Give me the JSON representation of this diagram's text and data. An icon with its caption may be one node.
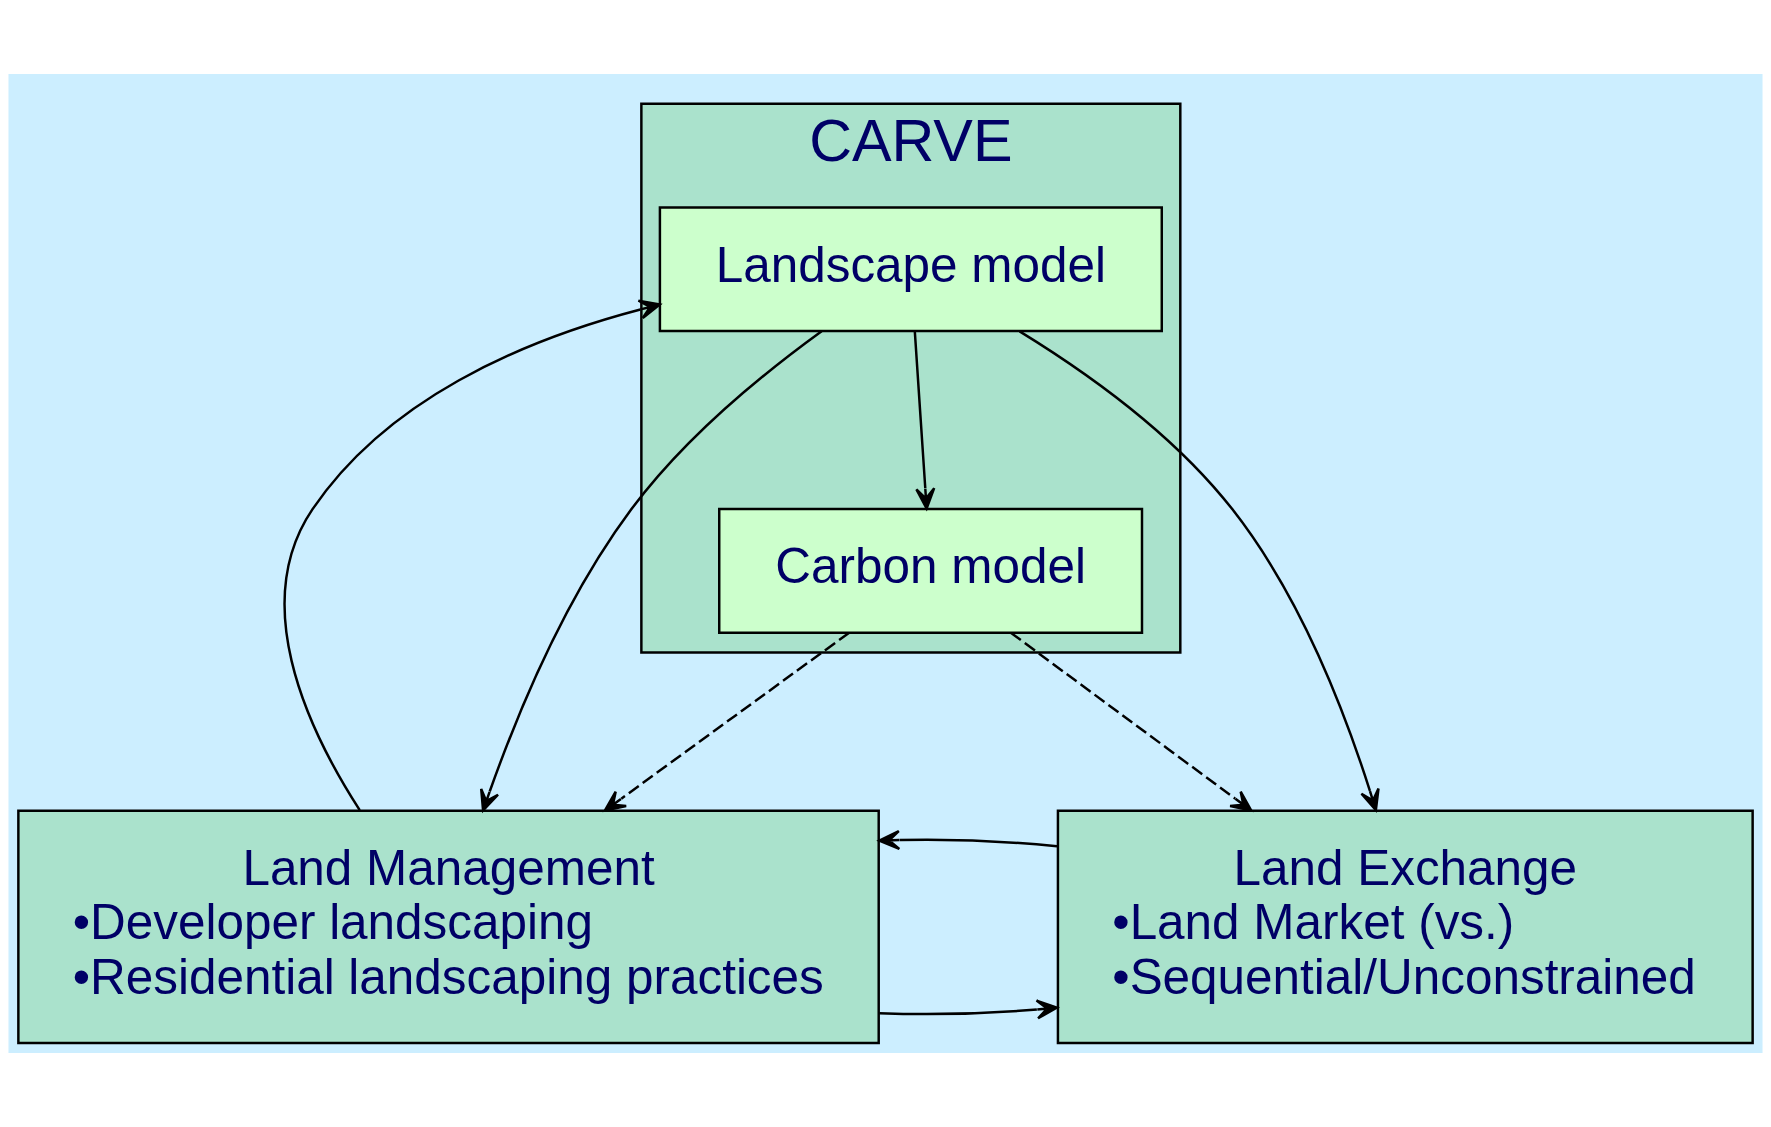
{
  "diagram": {
    "nodes": [
      {
        "text": [
          "Land Management",
          "•Developer landscaping",
          "•Residential landscaping practices"
        ]
      },
      {
        "text": [
          "Land Exchange",
          "•Land Market (vs.)",
          "•Sequential/Unconstrained"
        ]
      },
      {
        "text": [
          "CARVE"
        ]
      },
      {
        "text": [
          "Landscape model"
        ],
        "in": 2
      },
      {
        "text": [
          "Carbon model"
        ],
        "in": 2
      }
    ],
    "edges": [
      {
        "from": 0,
        "to": 1,
        "arrow": "to"
      },
      {
        "from": 1,
        "to": 0,
        "arrow": "to"
      },
      {
        "from": 0,
        "to": 3,
        "arrow": "to"
      },
      {
        "from": 3,
        "to": 0,
        "arrow": "to"
      },
      {
        "from": 3,
        "to": 1,
        "arrow": "to"
      },
      {
        "from": 4,
        "to": 0,
        "arrow": "to",
        "style": "dashed"
      },
      {
        "from": 4,
        "to": 1,
        "arrow": "to",
        "style": "dashed"
      },
      {
        "from": 3,
        "to": 4,
        "arrow": "to"
      }
    ]
  }
}
